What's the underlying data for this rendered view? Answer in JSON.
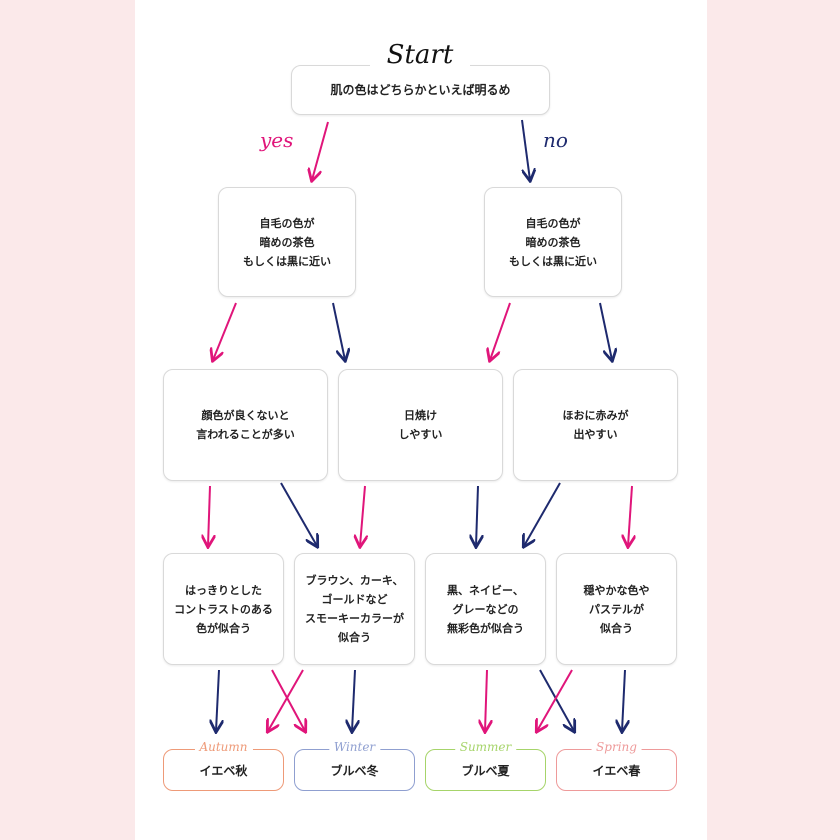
{
  "start": {
    "label": "Start",
    "question": "肌の色はどちらかといえば明るめ"
  },
  "branches": {
    "yes": "yes",
    "no": "no"
  },
  "level2": [
    {
      "text": "自毛の色が\n暗めの茶色\nもしくは黒に近い"
    },
    {
      "text": "自毛の色が\n暗めの茶色\nもしくは黒に近い"
    }
  ],
  "level3": [
    {
      "text": "顔色が良くないと\n言われることが多い"
    },
    {
      "text": "日焼け\nしやすい"
    },
    {
      "text": "ほおに赤みが\n出やすい"
    }
  ],
  "level4": [
    {
      "text": "はっきりとした\nコントラストのある\n色が似合う"
    },
    {
      "text": "ブラウン、カーキ、\nゴールドなど\nスモーキーカラーが\n似合う"
    },
    {
      "text": "黒、ネイビー、\nグレーなどの\n無彩色が似合う"
    },
    {
      "text": "穏やかな色や\nパステルが\n似合う"
    }
  ],
  "results": [
    {
      "season": "Autumn",
      "type": "イエベ秋",
      "color": "#ee9a78"
    },
    {
      "season": "Winter",
      "type": "ブルベ冬",
      "color": "#8f9fd0"
    },
    {
      "season": "Summer",
      "type": "ブルベ夏",
      "color": "#a6d46a"
    },
    {
      "season": "Spring",
      "type": "イエベ春",
      "color": "#ee9a9a"
    }
  ],
  "colors": {
    "yes": "#e0157a",
    "no": "#1e2a6e",
    "background": "#fbe9ea"
  }
}
